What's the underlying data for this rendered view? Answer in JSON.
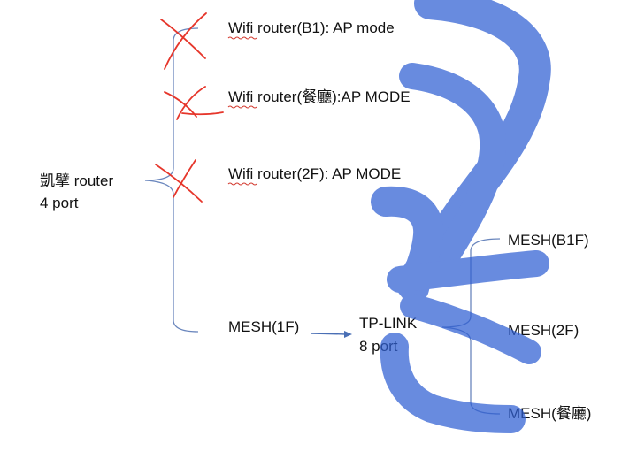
{
  "labels": {
    "wifi_b1": "Wifi router(B1): AP mode",
    "wifi_dining": "Wifi router(餐廳):AP MODE",
    "wifi_2f": "Wifi router(2F): AP MODE",
    "main_router_line1": "凱擘 router",
    "main_router_line2": "4 port",
    "mesh_1f": "MESH(1F)",
    "switch_line1": "TP-LINK",
    "switch_line2": "8 port",
    "mesh_b1f": "MESH(B1F)",
    "mesh_2f": "MESH(2F)",
    "mesh_dining": "MESH(餐廳)"
  },
  "colors": {
    "text": "#111111",
    "bracket": "#6a86bd",
    "arrow": "#4a6fb5",
    "cross_mark": "#e6362b",
    "spellcheck": "#d23a2f",
    "brush": "#2f5fd3"
  },
  "icons": {
    "cross_mark": "red-x-mark-icon",
    "arrow": "arrow-right-icon"
  }
}
